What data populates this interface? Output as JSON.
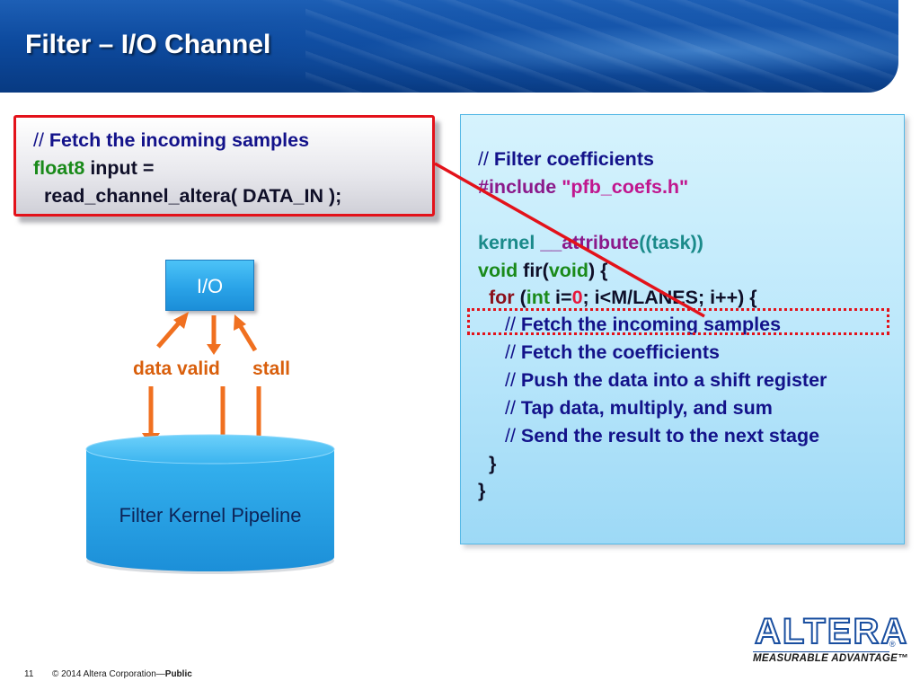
{
  "slide": {
    "title": "Filter – I/O Channel",
    "page_number": "11",
    "copyright_prefix": "© 2014 Altera Corporation—",
    "copyright_suffix": "Public"
  },
  "left_code": {
    "line1_slash": "// ",
    "line1_comment": "Fetch the incoming samples",
    "line2_type": "float8",
    "line2_rest": " input =",
    "line3": "  read_channel_altera( DATA_IN );"
  },
  "right_code": {
    "l1_slash": "// ",
    "l1_comment": "Filter coefficients",
    "l2_include": "#include ",
    "l2_string": "\"pfb_coefs.h\"",
    "l3_kernel": "kernel ",
    "l3_attr": "__attribute",
    "l3_task": "((task))",
    "l4_void1": "void",
    "l4_fir": " fir(",
    "l4_void2": "void",
    "l4_end": ") {",
    "l5_indent": "  ",
    "l5_for": "for",
    "l5_paren": " (",
    "l5_int": "int",
    "l5_i": " i=",
    "l5_zero": "0",
    "l5_rest": "; i<M/LANES; i++) {",
    "l6": "Fetch the incoming samples",
    "l7": "Fetch the coefficients",
    "l8": "Push the data into a shift register",
    "l9": "Tap data, multiply, and sum",
    "l10": "Send the result to the next stage",
    "slash": "// ",
    "close1": "  }",
    "close2": "}"
  },
  "diagram": {
    "io_label": "I/O",
    "data_valid_label": "data valid",
    "stall_label": "stall",
    "kernel_label": "Filter Kernel Pipeline"
  },
  "logo": {
    "wordmark": "ALTERA",
    "tagline": "MEASURABLE ADVANTAGE™",
    "registered": "®"
  },
  "colors": {
    "accent_red": "#e3121a",
    "arrow_orange": "#f07020",
    "header_blue": "#0d4a9e"
  }
}
